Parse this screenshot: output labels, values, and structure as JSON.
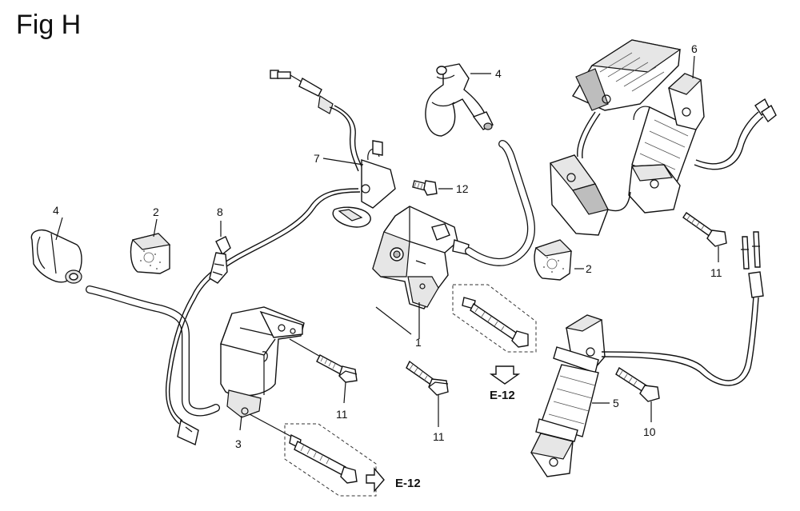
{
  "title": "Fig H",
  "callouts": {
    "c1": "1",
    "c2a": "2",
    "c2b": "2",
    "c3": "3",
    "c4a": "4",
    "c4b": "4",
    "c5": "5",
    "c6": "6",
    "c7": "7",
    "c8": "8",
    "c10": "10",
    "c11a": "11",
    "c11b": "11",
    "c11c": "11",
    "c12": "12"
  },
  "references": {
    "ref_a": "E-12",
    "ref_b": "E-12"
  }
}
